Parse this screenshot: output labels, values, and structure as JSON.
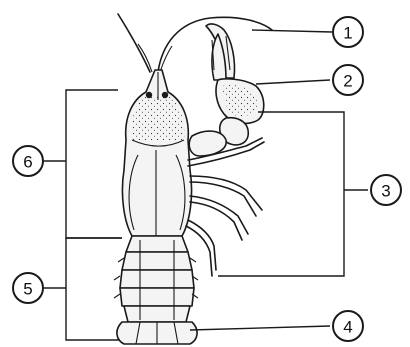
{
  "labels": [
    {
      "id": "1",
      "text": "1"
    },
    {
      "id": "2",
      "text": "2"
    },
    {
      "id": "3",
      "text": "3"
    },
    {
      "id": "4",
      "text": "4"
    },
    {
      "id": "5",
      "text": "5"
    },
    {
      "id": "6",
      "text": "6"
    }
  ]
}
